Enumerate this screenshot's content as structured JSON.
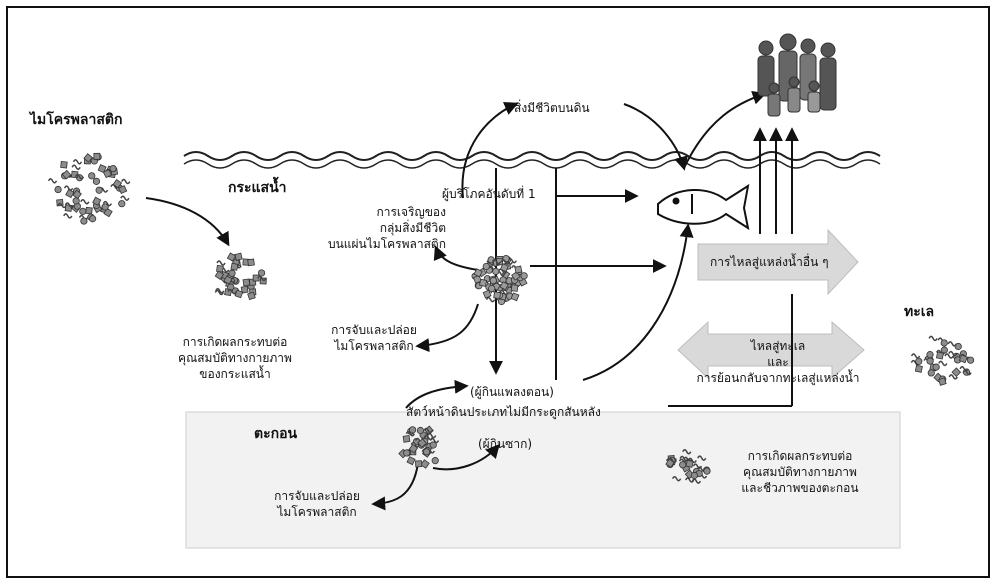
{
  "labels": {
    "microplastic": "ไมโครพลาสติก",
    "current": "กระแสน้ำ",
    "sea": "ทะเล",
    "sediment": "ตะกอน",
    "terrestrial": "สิ่งมีชีวิตบนดิน",
    "primary_consumer": "ผู้บริโภคอันดับที่ 1",
    "biofilm": "การเจริญของ\nกลุ่มสิ่งมีชีวิต\nบนแผ่นไมโครพลาสติก",
    "capture_release_1": "การจับและปล่อย\nไมโครพลาสติก",
    "impact_current": "การเกิดผลกระทบต่อ\nคุณสมบัติทางกายภาพ\nของกระแสน้ำ",
    "flow_other": "การไหลสู่แหล่งน้ำอื่น ๆ",
    "flow_sea": "ไหลสู่ทะเล\nและ\nการย้อนกลับจากทะเลสู่แหล่งน้ำ",
    "plankton_eater": "(ผู้กินแพลงตอน)",
    "benthic": "สัตว์หน้าดินประเภทไม่มีกระดูกสันหลัง",
    "detritus_eater": "(ผู้กินซาก)",
    "capture_release_2": "การจับและปล่อย\nไมโครพลาสติก",
    "impact_sediment": "การเกิดผลกระทบต่อ\nคุณสมบัติทางกายภาพ\nและชีวภาพของตะกอน"
  },
  "icons": [
    "microplastic-cluster-icon",
    "fish-icon",
    "people-group-icon",
    "water-surface-wave"
  ],
  "colors": {
    "line": "#111111",
    "sediment_fill": "#f2f2f2",
    "arrow_fill": "#d9d9d9",
    "particle": "#8c8c8c"
  }
}
